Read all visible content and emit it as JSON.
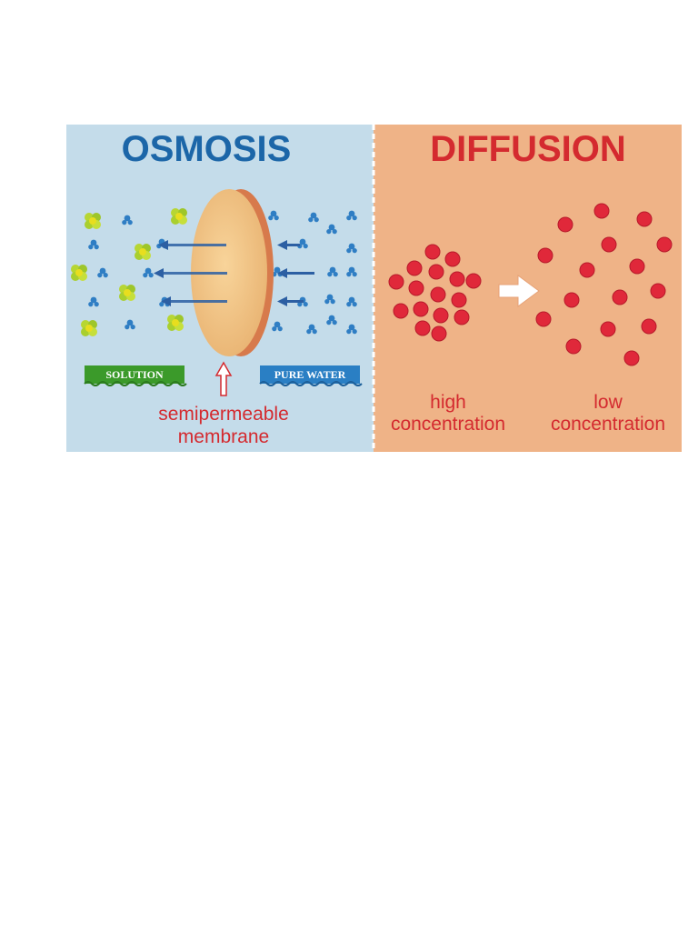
{
  "colors": {
    "osmosis_bg": "#c4dcea",
    "diffusion_bg": "#efb387",
    "osmosis_title": "#1c66a8",
    "diffusion_title": "#d42a2f",
    "caption": "#d42a2f",
    "solution_tag": "#3b9a2a",
    "pure_water_tag": "#2a7fc4",
    "particle_red": "#e0283a",
    "water_molecule": "#2f7ec4",
    "solute": "#b7d633",
    "membrane": "#f2c47f",
    "arrow": "#2c5fa3"
  },
  "osmosis": {
    "title": "OSMOSIS",
    "solution_label": "SOLUTION",
    "pure_water_label": "PURE WATER",
    "membrane_label_line1": "semipermeable",
    "membrane_label_line2": "membrane",
    "icons": [
      "water-molecule-icon",
      "solute-molecule-icon",
      "flow-arrow-icon",
      "pointer-arrow-icon"
    ]
  },
  "diffusion": {
    "title": "DIFFUSION",
    "high_label_line1": "high",
    "high_label_line2": "concentration",
    "low_label_line1": "low",
    "low_label_line2": "concentration",
    "icons": [
      "particle-icon",
      "direction-arrow-icon"
    ]
  }
}
